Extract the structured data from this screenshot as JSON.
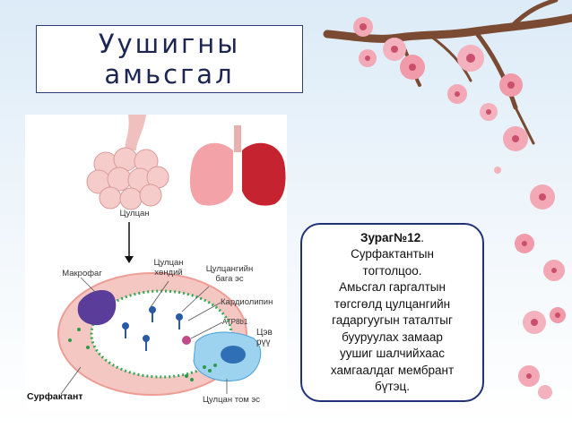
{
  "slide": {
    "title_lines": [
      "Уушигны",
      "амьсгал"
    ]
  },
  "figure": {
    "labels": {
      "alveoli": "Цулцан",
      "macrophage": "Макрофаг",
      "alveolar_cavity": "Цулцан хөндий",
      "small_cells": "Цулцангийн бага эс",
      "cardiolipin": "Кардиолипин",
      "atp": "ATP8b1",
      "blood_vessel": "Цэв рүү",
      "surfactant": "Сурфактант",
      "large_cell": "Цулцан том эс"
    }
  },
  "caption": {
    "figure_number": "Зураг№12",
    "lines": [
      "Сурфактантын",
      "тогтолцоо.",
      "Амьсгал гаргалтын",
      "төгсгөлд цулцангийн",
      "гадаргуугын таталтыг",
      "бууруулах замаар",
      "уушиг шалчийхаас",
      "хамгаалдаг мембрант",
      "бүтэц."
    ]
  },
  "colors": {
    "title_border": "#2b3f75",
    "caption_border": "#20327a",
    "blossom": "#f2a9b5",
    "branch": "#7a4a32"
  }
}
